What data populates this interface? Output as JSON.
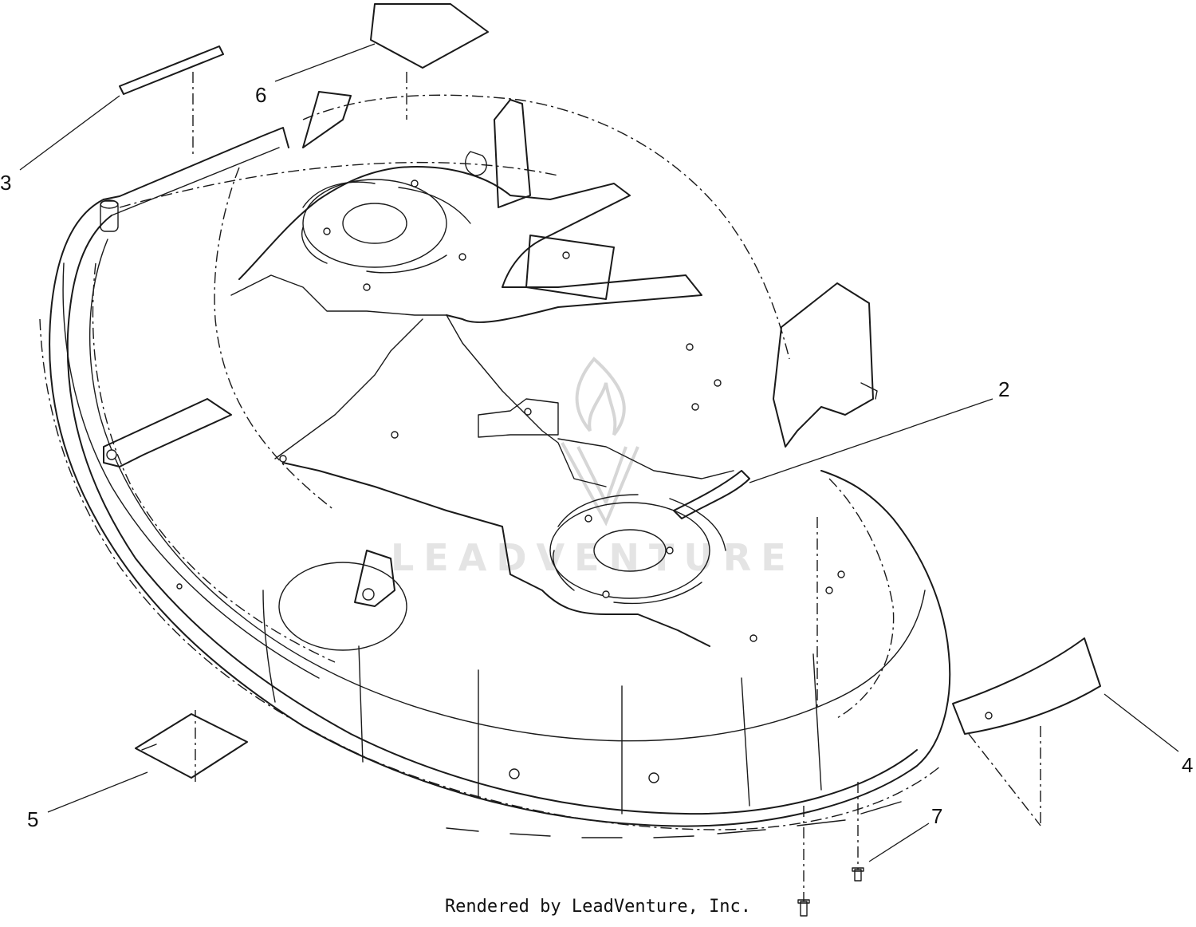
{
  "callouts": {
    "c2": "2",
    "c3": "3",
    "c4": "4",
    "c5": "5",
    "c6": "6",
    "c7": "7"
  },
  "watermark": {
    "text": "LEADVENTURE",
    "color": "#e4e4e4"
  },
  "footer": {
    "credit": "Rendered by LeadVenture, Inc."
  },
  "colors": {
    "line": "#1a1a1a",
    "background": "#ffffff"
  }
}
